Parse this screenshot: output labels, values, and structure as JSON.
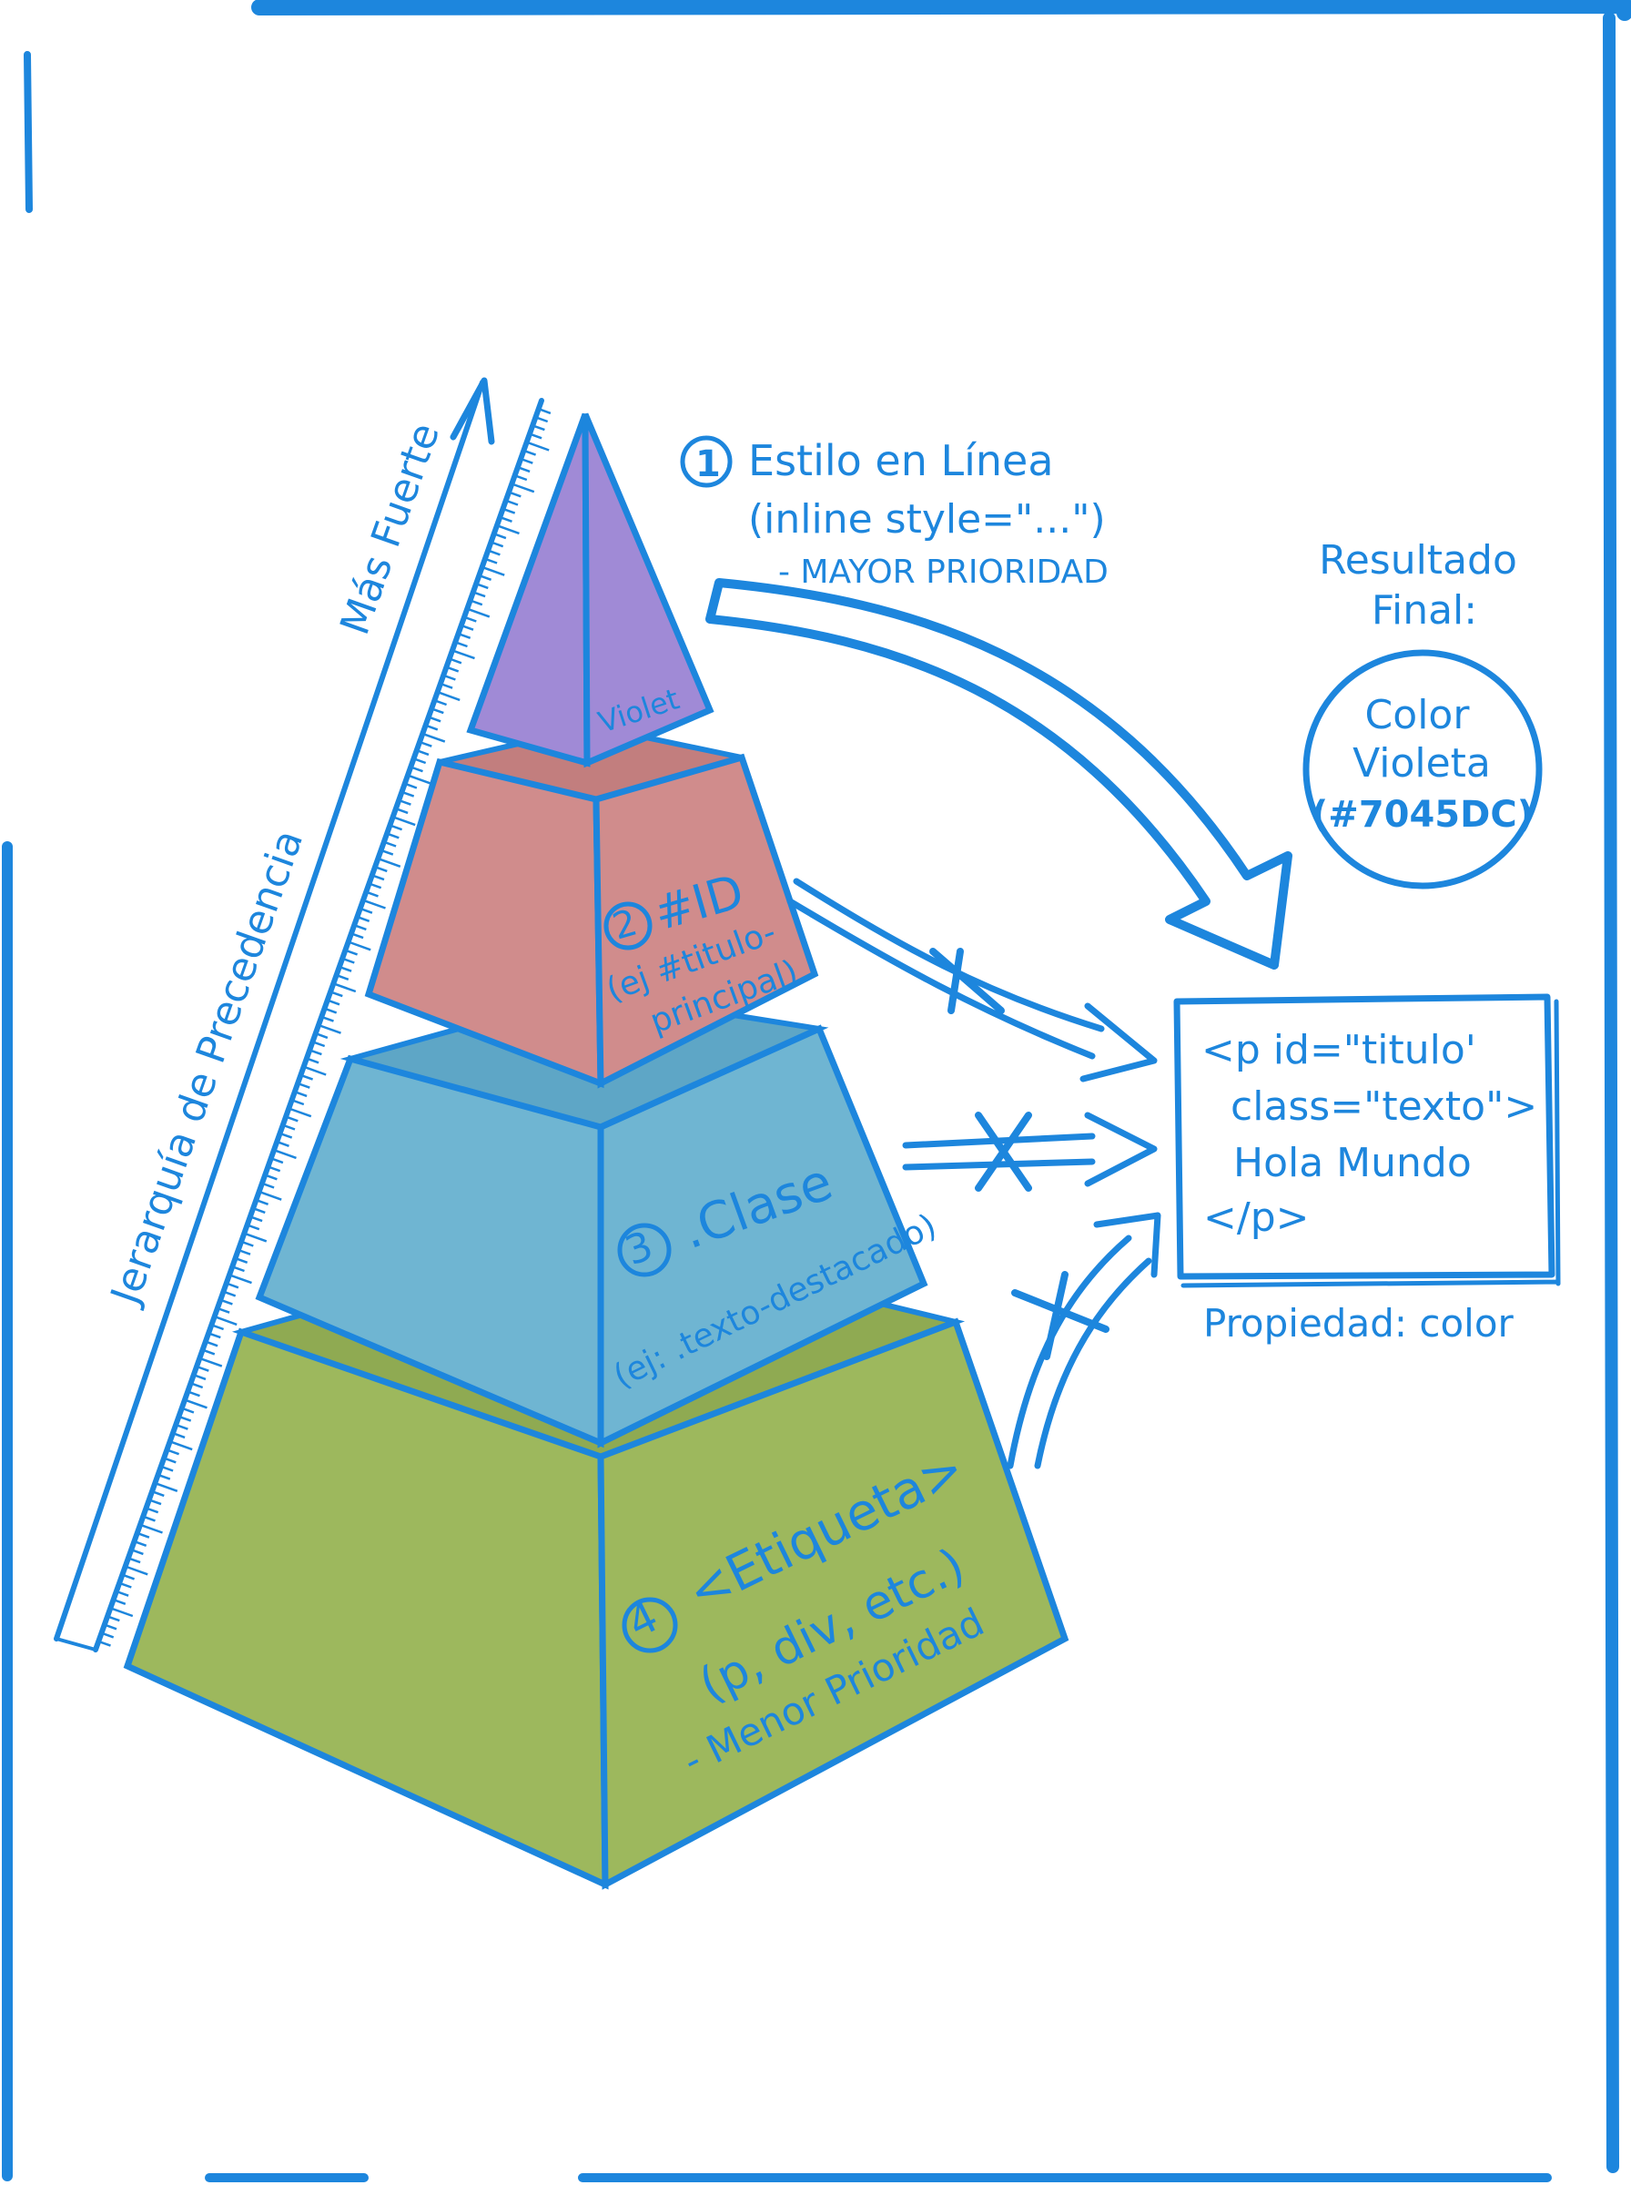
{
  "axis": {
    "label_bottom": "Jerarquía de Precedencia",
    "label_top": "Más Fuerte"
  },
  "levels": [
    {
      "number": "1",
      "name": "Estilo en Línea",
      "example": "(inline style=\"...\")",
      "note": "- MAYOR PRIORIDAD",
      "face_label": "Violet",
      "color": "#a08ad6"
    },
    {
      "number": "2",
      "name": "#ID",
      "example_line1": "(ej #titulo-",
      "example_line2": "principal)",
      "color": "#d08c8c"
    },
    {
      "number": "3",
      "name": ".Clase",
      "example": "(ej: .texto-destacado)",
      "color": "#6fb5d2"
    },
    {
      "number": "4",
      "name": "<Etiqueta>",
      "example": "(p, div, etc.)",
      "note": "- Menor Prioridad",
      "color": "#9db85d"
    }
  ],
  "result": {
    "heading_line1": "Resultado",
    "heading_line2": "Final:",
    "circle_line1": "Color",
    "circle_line2": "Violeta",
    "circle_line3": "(#7045DC)"
  },
  "code": {
    "line1": "<p id=\"titulo'",
    "line2": "class=\"texto\">",
    "line3": "Hola Mundo",
    "line4": "</p>",
    "caption": "Propiedad: color"
  },
  "colors": {
    "ink": "#1d86dd",
    "background": "#ffffff"
  }
}
